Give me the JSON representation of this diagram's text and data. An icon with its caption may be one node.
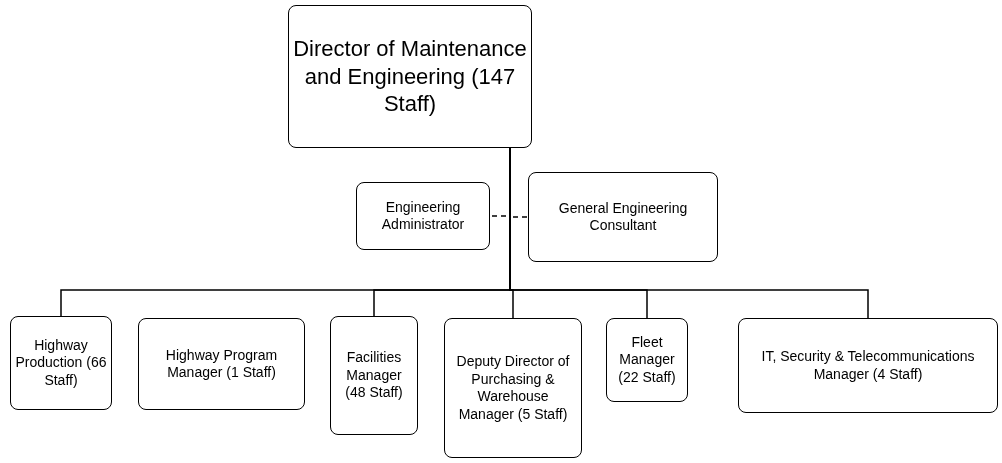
{
  "diagram": {
    "nodes": [
      {
        "text": [
          "Director of Maintenance and Engineering (147 Staff)"
        ]
      },
      {
        "text": [
          "Engineering Administrator"
        ]
      },
      {
        "text": [
          "General Engineering Consultant"
        ]
      },
      {
        "text": [
          "Highway Production (66 Staff)"
        ]
      },
      {
        "text": [
          "Highway Program Manager (1 Staff)"
        ]
      },
      {
        "text": [
          "Facilities Manager (48 Staff)"
        ]
      },
      {
        "text": [
          "Deputy Director of Purchasing & Warehouse Manager (5 Staff)"
        ]
      },
      {
        "text": [
          "Fleet Manager (22 Staff)"
        ]
      },
      {
        "text": [
          "IT, Security & Telecommunications Manager (4 Staff)"
        ]
      }
    ],
    "edges": [
      {
        "from": 0,
        "to": 1,
        "arrow": "none",
        "style": "dashed"
      },
      {
        "from": 0,
        "to": 2,
        "arrow": "none",
        "style": "dashed"
      },
      {
        "from": 0,
        "to": 3,
        "arrow": "none"
      },
      {
        "from": 0,
        "to": 5,
        "arrow": "none"
      },
      {
        "from": 0,
        "to": 6,
        "arrow": "none"
      },
      {
        "from": 0,
        "to": 7,
        "arrow": "none"
      },
      {
        "from": 0,
        "to": 8,
        "arrow": "none"
      }
    ]
  }
}
